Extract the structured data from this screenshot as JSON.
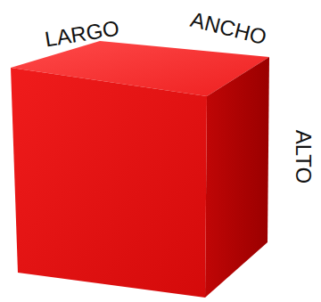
{
  "diagram": {
    "labels": [
      "LARGO",
      "ANCHO",
      "ALTO"
    ]
  }
}
